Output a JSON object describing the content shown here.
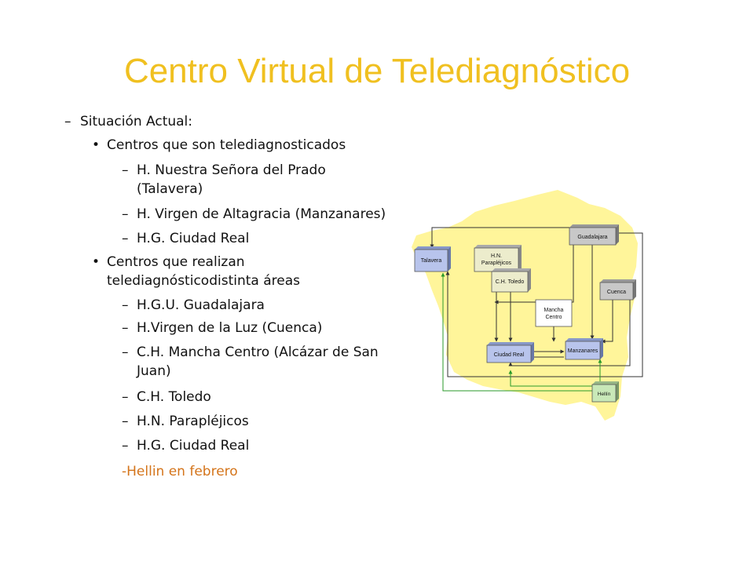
{
  "title": "Centro Virtual de Telediagnóstico",
  "outline": [
    {
      "marker": "–",
      "text": "Situación Actual:"
    },
    {
      "marker": "•",
      "text": "Centros que son telediagnosticados"
    },
    {
      "marker": "–",
      "text": "H. Nuestra Señora del Prado"
    },
    {
      "marker": "",
      "text": "(Talavera)"
    },
    {
      "marker": "–",
      "text": "H. Virgen de Altagracia (Manzanares)"
    },
    {
      "marker": "–",
      "text": "H.G. Ciudad Real"
    },
    {
      "marker": "•",
      "text": "Centros que realizan"
    },
    {
      "marker": "",
      "text": "telediagnósticodistinta áreas"
    },
    {
      "marker": "–",
      "text": "H.G.U. Guadalajara"
    },
    {
      "marker": "–",
      "text": "H.Virgen de la Luz (Cuenca)"
    },
    {
      "marker": "–",
      "text": "C.H. Mancha Centro (Alcázar de San"
    },
    {
      "marker": "",
      "text": "Juan)"
    },
    {
      "marker": "–",
      "text": "C.H. Toledo"
    },
    {
      "marker": "–",
      "text": "H.N. Parapléjicos"
    },
    {
      "marker": "–",
      "text": "H.G. Ciudad Real"
    },
    {
      "marker": "",
      "text": "-Hellin en febrero"
    }
  ],
  "diagram": {
    "nodes": {
      "guadalajara": "Guadalajara",
      "talavera": "Talavera",
      "hn_line1": "H.N.",
      "hn_line2": "Parapléjicos",
      "toledo": "C.H. Toledo",
      "cuenca": "Cuenca",
      "mancha_line1": "Mancha",
      "mancha_line2": "Centro",
      "ciudad_real": "Ciudad Real",
      "manzanares": "Manzanares",
      "hellin": "Hellín"
    },
    "colors": {
      "map_fill": "#fff59a",
      "blue_box": "#b8c4ec",
      "grey_box": "#c8c8c8",
      "cream_box": "#ececcc",
      "green_box": "#c8e8b8",
      "green_line": "#2a9a2a"
    }
  }
}
